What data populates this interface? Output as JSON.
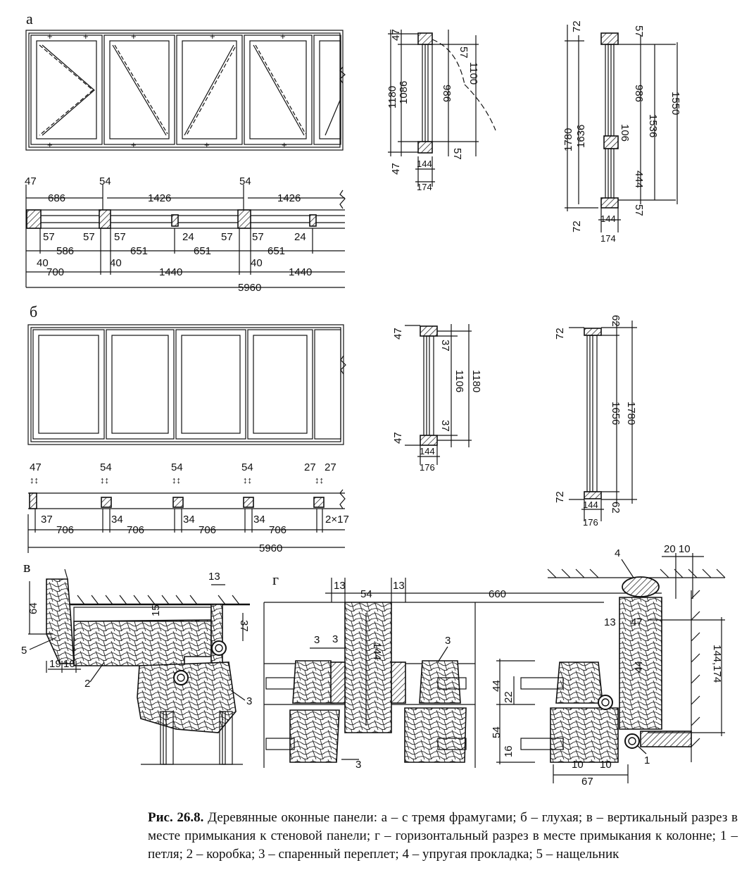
{
  "labels": {
    "a": "а",
    "b": "б",
    "v": "в",
    "g": "г"
  },
  "dims_a_elev": {
    "d47": "47",
    "d57": "57",
    "d1180": "1180",
    "d1086": "1086",
    "d986": "986",
    "d1100": "1100",
    "d144": "144",
    "d174": "174"
  },
  "dims_a_right": {
    "d72": "72",
    "d57": "57",
    "d1780": "1780",
    "d1636": "1636",
    "d986": "986",
    "d106": "106",
    "d1536": "1536",
    "d1550": "1550",
    "d444": "444",
    "d144": "144",
    "d174": "174"
  },
  "dims_a_plan": {
    "d47": "47",
    "d54": "54",
    "d686": "686",
    "d1426": "1426",
    "d57": "57",
    "d24": "24",
    "d586": "586",
    "d651": "651",
    "d40": "40",
    "d700": "700",
    "d1440": "1440",
    "d5960": "5960"
  },
  "dims_b_sec": {
    "d47": "47",
    "d37": "37",
    "d1106": "1106",
    "d1180": "1180",
    "d144": "144",
    "d176": "176"
  },
  "dims_b_right": {
    "d72": "72",
    "d62": "62",
    "d1656": "1656",
    "d1780": "1780",
    "d144": "144",
    "d176": "176"
  },
  "dims_b_plan": {
    "d47": "47",
    "d54": "54",
    "d27": "27",
    "d37": "37",
    "d706": "706",
    "d34": "34",
    "d2x17": "2×17",
    "d5960": "5960"
  },
  "dims_v": {
    "d64": "64",
    "d15": "15",
    "d13": "13",
    "d37": "37",
    "d19": "19",
    "d10": "10",
    "n5": "5",
    "n2": "2",
    "n3": "3"
  },
  "dims_g": {
    "d13": "13",
    "d54": "54",
    "d660": "660",
    "d3": "3",
    "d144": "144",
    "d44": "44",
    "d22": "22",
    "d16": "16",
    "d10": "10",
    "d67": "67",
    "d47": "47",
    "d2010": "20 10",
    "d144174": "144,174",
    "n1": "1",
    "n3": "3",
    "n4": "4"
  },
  "caption": {
    "fig": "Рис. 26.8.",
    "text": "Деревянные оконные панели: а – с тремя фрамугами; б – глухая; в – вертикальный разрез в месте примыкания к стеновой панели; г – горизонтальный разрез в месте примыкания к колонне; 1 – петля; 2 – коробка; 3 – спаренный переплет; 4 – упругая прокладка; 5 – нащельник"
  }
}
